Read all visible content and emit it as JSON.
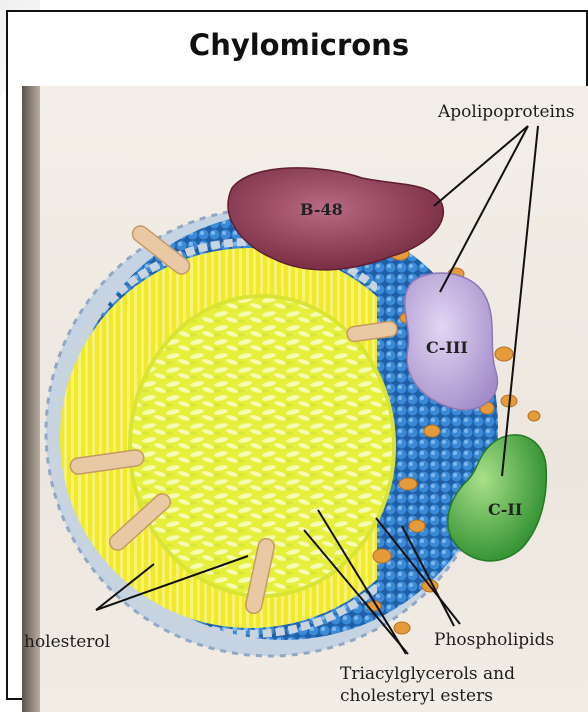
{
  "title": "Chylomicrons",
  "labels": {
    "apolipoproteins": "Apolipoproteins",
    "b48": "B-48",
    "c3": "C-III",
    "c2": "C-II",
    "cholesterol": "holesterol",
    "phospholipids": "Phospholipids",
    "tag_line1": "Triacylglycerols and",
    "tag_line2": "cholesteryl esters"
  },
  "colors": {
    "core_yellow": "#e9f24a",
    "core_light": "#f2f79a",
    "phospholipid_blue": "#2d77c4",
    "phospholipid_outer": "#b9c9db",
    "b48": "#8e3f58",
    "c3": "#b8a7d8",
    "c2": "#4fae48",
    "cholesterol": "#e5c39b",
    "orange_blob": "#e69b3b"
  }
}
